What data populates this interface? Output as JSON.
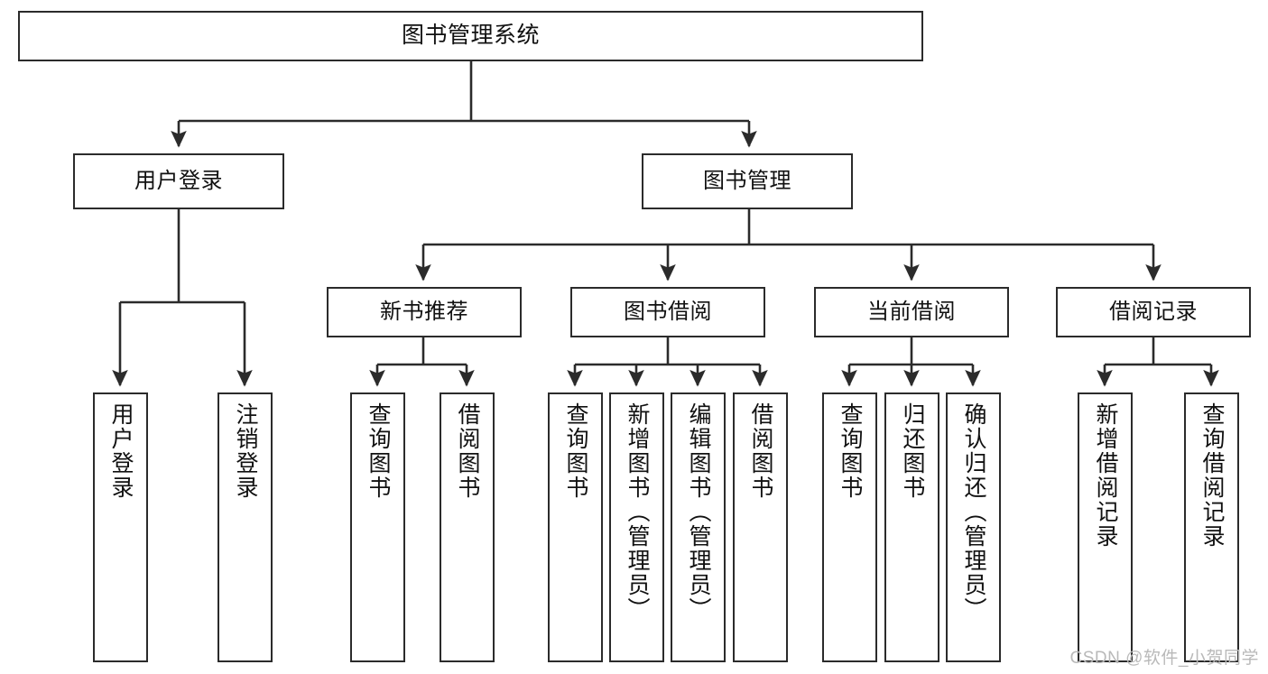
{
  "diagram": {
    "title": "图书管理系统",
    "type": "tree-hierarchy-diagram",
    "colors": {
      "box_border": "#2b2b2b",
      "box_fill": "#ffffff",
      "connector": "#2b2b2b",
      "text": "#111111",
      "watermark": "#b9b9b9",
      "background": "#ffffff"
    },
    "root": {
      "label": "图书管理系统"
    },
    "level1": [
      {
        "label": "用户登录"
      },
      {
        "label": "图书管理"
      }
    ],
    "level2": [
      {
        "label": "新书推荐"
      },
      {
        "label": "图书借阅"
      },
      {
        "label": "当前借阅"
      },
      {
        "label": "借阅记录"
      }
    ],
    "leaves": {
      "user_login": [
        {
          "label": "用户登录"
        },
        {
          "label": "注销登录"
        }
      ],
      "new_book": [
        {
          "label": "查询图书"
        },
        {
          "label": "借阅图书"
        }
      ],
      "book_borrow": [
        {
          "label": "查询图书"
        },
        {
          "label": "新增图书（管理员）"
        },
        {
          "label": "编辑图书（管理员）"
        },
        {
          "label": "借阅图书"
        }
      ],
      "current_borrow": [
        {
          "label": "查询图书"
        },
        {
          "label": "归还图书"
        },
        {
          "label": "确认归还（管理员）"
        }
      ],
      "borrow_record": [
        {
          "label": "新增借阅记录"
        },
        {
          "label": "查询借阅记录"
        }
      ]
    }
  },
  "watermark": {
    "text": "CSDN @软件_小贺同学"
  }
}
